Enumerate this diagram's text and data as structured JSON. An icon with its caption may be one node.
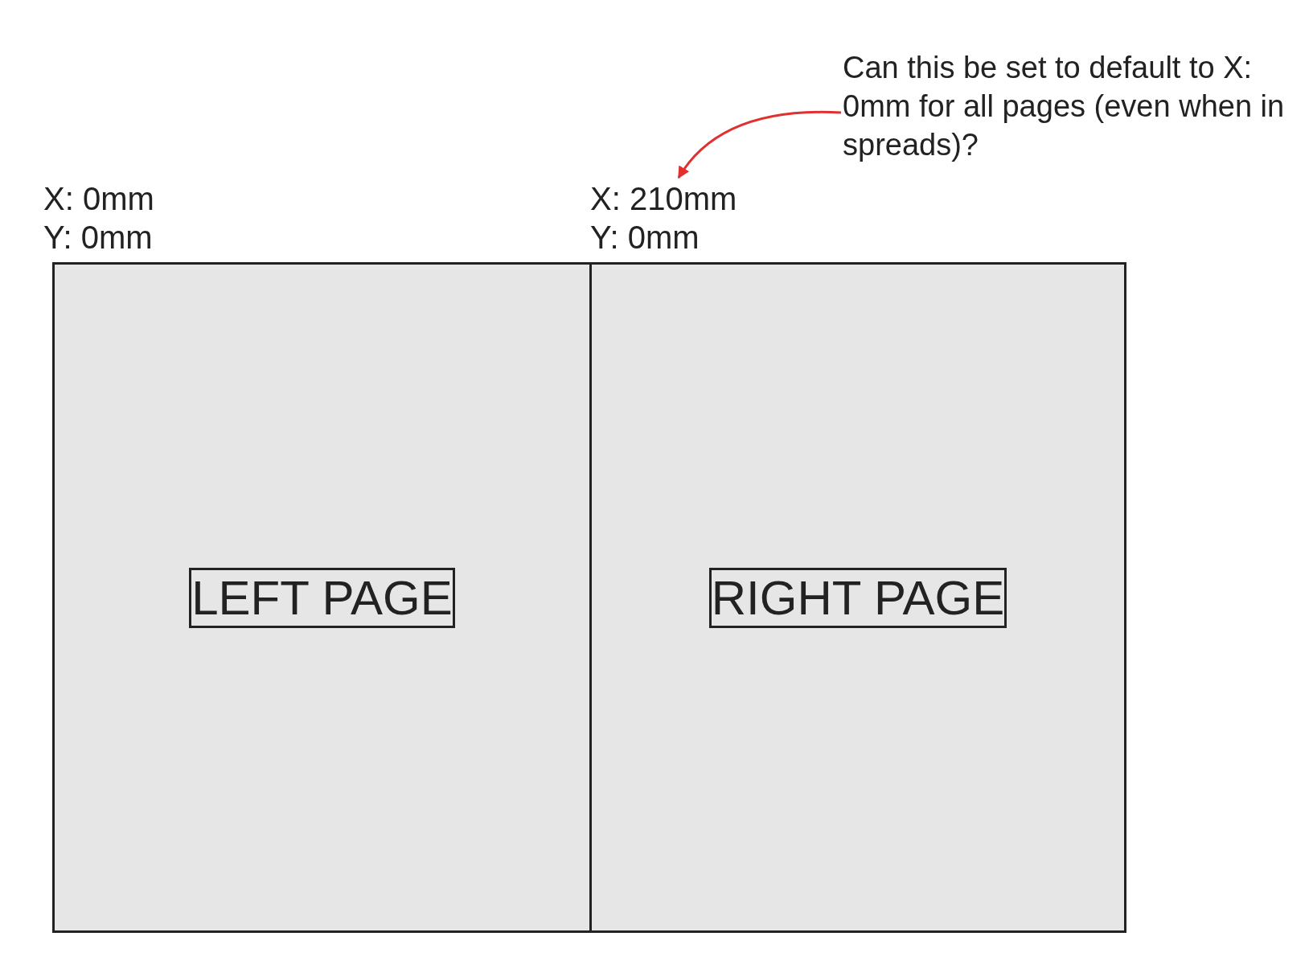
{
  "diagram": {
    "nodes": [
      {
        "text": [
          "LEFT PAGE"
        ]
      },
      {
        "text": [
          "RIGHT PAGE"
        ]
      },
      {
        "text": [
          "X: 210mm",
          "Y: 0mm"
        ]
      },
      {
        "text": [
          "Can this be set to default to X: 0mm for all pages (even when in spreads)?"
        ]
      }
    ],
    "edges": [
      {
        "from": 3,
        "to": 2,
        "arrow": "to",
        "color": "#e03030"
      }
    ],
    "labels": [
      "X: 0mm",
      "Y: 0mm"
    ]
  }
}
